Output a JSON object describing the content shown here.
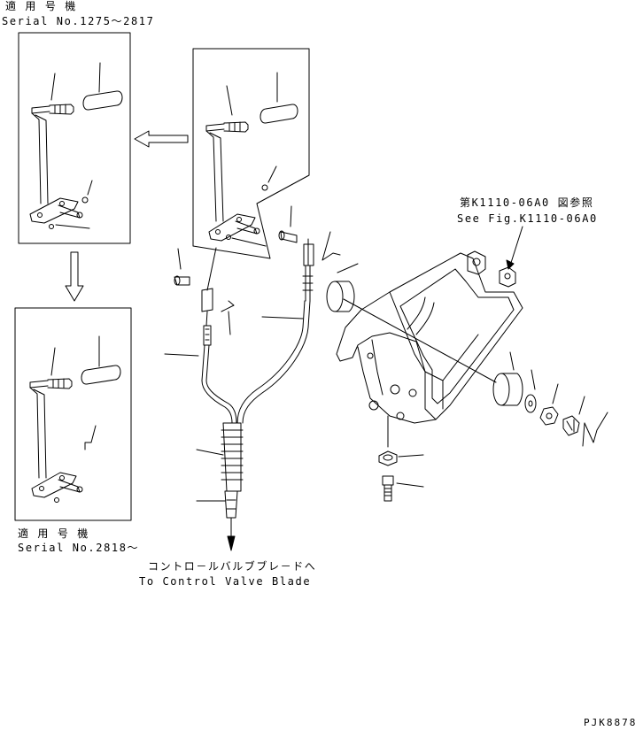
{
  "top_left_note": {
    "jp": "適 用 号 機",
    "en": "Serial No.1275～2817"
  },
  "bottom_left_note": {
    "jp": "適 用 号 機",
    "en": "Serial No.2818～"
  },
  "ref_note": {
    "jp": "第K1110-06A0 図参照",
    "en": "See Fig.K1110-06A0"
  },
  "destination_note": {
    "jp": "コントロ－ルバルブブレ－ドへ",
    "en": "To Control Valve Blade"
  },
  "drawing_code": "PJK8878"
}
